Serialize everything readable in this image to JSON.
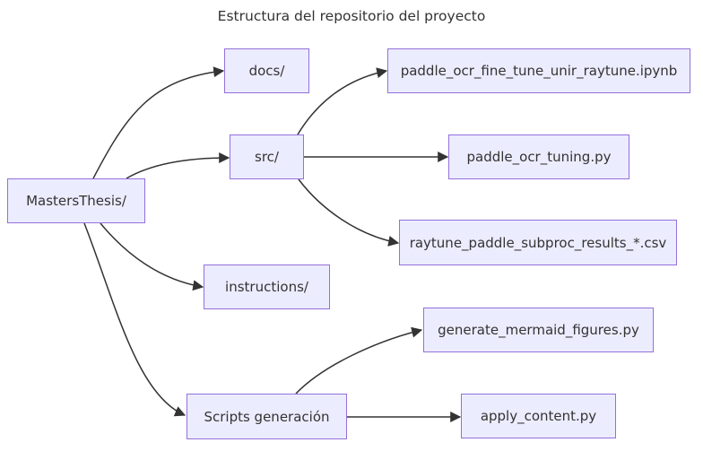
{
  "diagram": {
    "title": "Estructura del repositorio del proyecto",
    "type": "flowchart-left-to-right",
    "colors": {
      "node_fill": "#ECECFF",
      "node_border": "#9370DB",
      "edge": "#333333",
      "text": "#333333",
      "background": "#ffffff"
    },
    "nodes": {
      "masters": {
        "label": "MastersThesis/"
      },
      "docs": {
        "label": "docs/"
      },
      "ipynb": {
        "label": "paddle_ocr_fine_tune_unir_raytune.ipynb"
      },
      "src": {
        "label": "src/"
      },
      "tuning": {
        "label": "paddle_ocr_tuning.py"
      },
      "csv": {
        "label": "raytune_paddle_subproc_results_*.csv"
      },
      "instructions": {
        "label": "instructions/"
      },
      "generate": {
        "label": "generate_mermaid_figures.py"
      },
      "scripts": {
        "label": "Scripts generación"
      },
      "apply": {
        "label": "apply_content.py"
      }
    },
    "edges": [
      {
        "from": "MastersThesis/",
        "to": "docs/"
      },
      {
        "from": "MastersThesis/",
        "to": "src/"
      },
      {
        "from": "MastersThesis/",
        "to": "instructions/"
      },
      {
        "from": "MastersThesis/",
        "to": "Scripts generación"
      },
      {
        "from": "src/",
        "to": "paddle_ocr_fine_tune_unir_raytune.ipynb"
      },
      {
        "from": "src/",
        "to": "paddle_ocr_tuning.py"
      },
      {
        "from": "src/",
        "to": "raytune_paddle_subproc_results_*.csv"
      },
      {
        "from": "Scripts generación",
        "to": "generate_mermaid_figures.py"
      },
      {
        "from": "Scripts generación",
        "to": "apply_content.py"
      }
    ]
  }
}
